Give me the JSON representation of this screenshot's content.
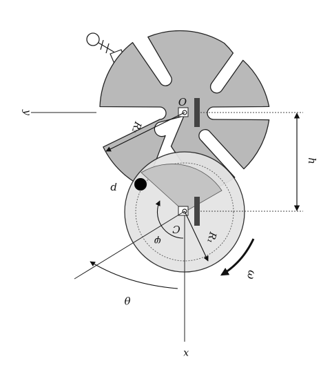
{
  "diagram": {
    "colors": {
      "wheel_fill": "#b9b9b9",
      "drive_fill": "#e4e4e4",
      "stroke": "#222222",
      "block": "#444444",
      "pin": "#000000",
      "background": "#ffffff"
    },
    "labels": {
      "origin_o": "O",
      "center_c": "C",
      "radius_r2": "R₂",
      "radius_r1": "R₁",
      "pin_p": "p",
      "angle_theta": "θ",
      "angle_phi": "φ",
      "omega": "ω",
      "distance_h": "h",
      "axis_y": "y",
      "axis_x": "x"
    }
  }
}
